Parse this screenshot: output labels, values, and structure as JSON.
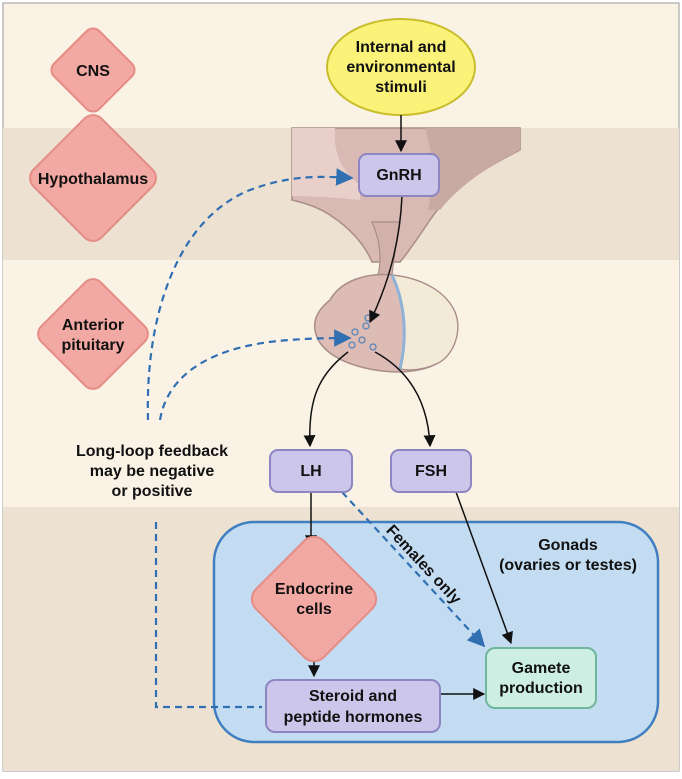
{
  "levels": {
    "cns": "CNS",
    "hypothalamus": "Hypothalamus",
    "anterior_pituitary": [
      "Anterior",
      "pituitary"
    ]
  },
  "nodes": {
    "stimuli": [
      "Internal and",
      "environmental",
      "stimuli"
    ],
    "gnrh": "GnRH",
    "lh": "LH",
    "fsh": "FSH",
    "endocrine_cells": [
      "Endocrine",
      "cells"
    ],
    "steroid_hormones": [
      "Steroid and",
      "peptide hormones"
    ],
    "gamete_production": [
      "Gamete",
      "production"
    ]
  },
  "gonads_label": [
    "Gonads",
    "(ovaries or testes)"
  ],
  "females_only": "Females only",
  "feedback_note": [
    "Long-loop feedback",
    "may be negative",
    "or positive"
  ],
  "colors": {
    "diamond_fill": "#f3a9a3",
    "diamond_stroke": "#e58c86",
    "hormone_box": "#cbc6ea",
    "hormone_box_stroke": "#8d86c2",
    "stimuli_fill": "#fbf27a",
    "stimuli_stroke": "#c9bd2c",
    "gonad_fill": "#c3dcf2",
    "gonad_stroke": "#3f7fc0",
    "gamete_fill": "#cdeee2",
    "gamete_stroke": "#6fb79c",
    "feedback_line": "#2f6fb2",
    "band_light": "#fbf2e6",
    "band_dark": "#ede1d1"
  }
}
